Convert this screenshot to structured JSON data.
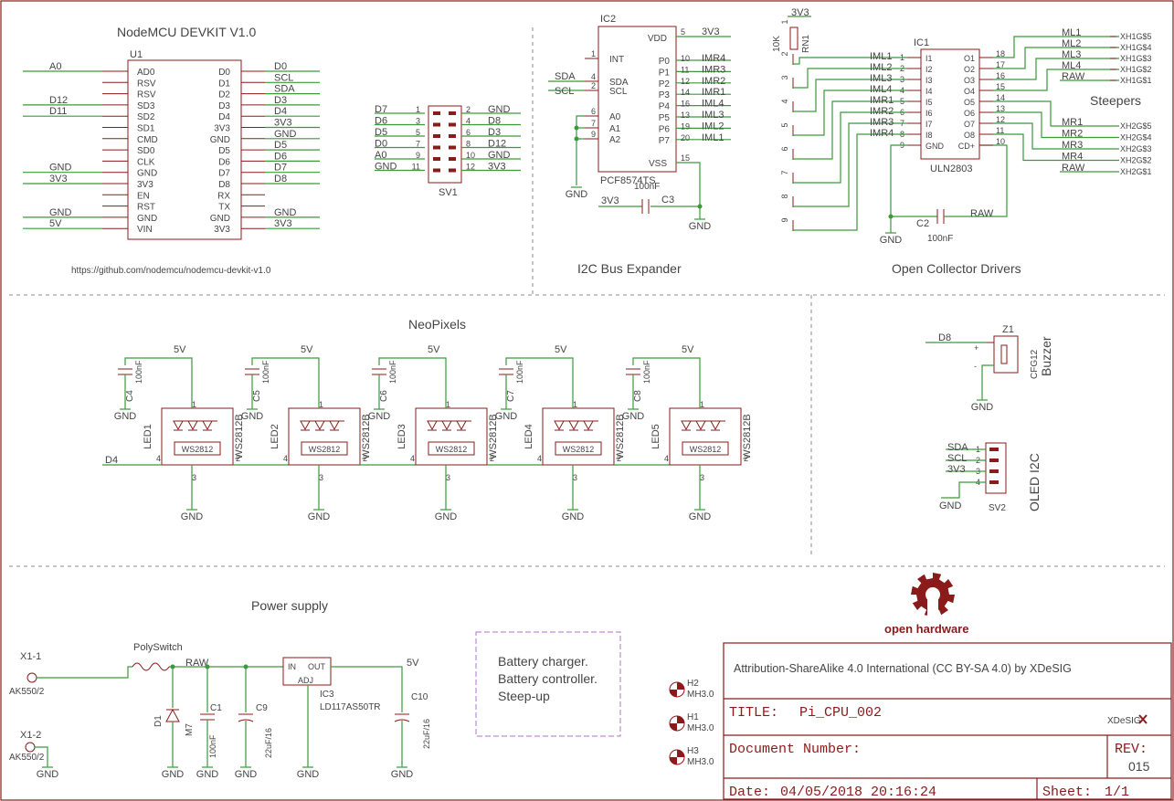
{
  "sections": {
    "nodemcu_title": "NodeMCU DEVKIT V1.0",
    "nodemcu_url": "https://github.com/nodemcu/nodemcu-devkit-v1.0",
    "i2c_title": "I2C Bus Expander",
    "oc_title": "Open Collector Drivers",
    "neopixels_title": "NeoPixels",
    "power_title": "Power supply",
    "steepers_label": "Steepers"
  },
  "u1": {
    "name": "U1",
    "left_pins": [
      "AD0",
      "RSV",
      "RSV",
      "SD3",
      "SD2",
      "SD1",
      "CMD",
      "SD0",
      "CLK",
      "GND",
      "3V3",
      "EN",
      "RST",
      "GND",
      "VIN"
    ],
    "right_pins": [
      "D0",
      "D1",
      "D2",
      "D3",
      "D4",
      "3V3",
      "GND",
      "D5",
      "D6",
      "D7",
      "D8",
      "RX",
      "TX",
      "GND",
      "3V3"
    ],
    "left_nets": [
      "A0",
      "",
      "",
      "D12",
      "D11",
      "",
      "",
      "",
      "",
      "GND",
      "3V3",
      "",
      "",
      "GND",
      "5V"
    ],
    "right_nets": [
      "D0",
      "SCL",
      "SDA",
      "D3",
      "D4",
      "3V3",
      "GND",
      "D5",
      "D6",
      "D7",
      "D8",
      "",
      "",
      "GND",
      "3V3"
    ]
  },
  "sv1": {
    "name": "SV1",
    "left_nets": [
      "D7",
      "D6",
      "D5",
      "D0",
      "A0",
      "GND"
    ],
    "left_nums": [
      "1",
      "3",
      "5",
      "7",
      "9",
      "11"
    ],
    "right_nets": [
      "GND",
      "D8",
      "D3",
      "D12",
      "GND",
      "3V3"
    ],
    "right_nums": [
      "2",
      "4",
      "6",
      "8",
      "10",
      "12"
    ]
  },
  "ic2": {
    "name": "IC2",
    "part": "PCF8574TS",
    "left_pins": [
      "INT",
      "SDA",
      "SCL",
      "A0",
      "A1",
      "A2"
    ],
    "left_nums": [
      "1",
      "4",
      "2",
      "6",
      "7",
      "9"
    ],
    "right_pins": [
      "P0",
      "P1",
      "P2",
      "P3",
      "P4",
      "P5",
      "P6",
      "P7"
    ],
    "right_nums": [
      "10",
      "11",
      "12",
      "14",
      "16",
      "13",
      "19",
      "20"
    ],
    "right_nets": [
      "IMR4",
      "IMR3",
      "IMR2",
      "IMR1",
      "IML4",
      "IML3",
      "IML2",
      "IML1"
    ],
    "vdd_label": "VDD",
    "vdd_num": "5",
    "vdd_net": "3V3",
    "vss_label": "VSS",
    "vss_num": "15",
    "sda_net": "SDA",
    "scl_net": "SCL",
    "gnd_a": "GND",
    "gnd_b": "GND"
  },
  "c3": {
    "name": "C3",
    "value": "100nF",
    "net": "3V3"
  },
  "rn1": {
    "name": "RN1",
    "value": "10K",
    "net": "3V3",
    "pins": [
      "1",
      "2",
      "3",
      "4",
      "5",
      "6",
      "7",
      "8",
      "9"
    ]
  },
  "ic1": {
    "name": "IC1",
    "part": "ULN2803",
    "left_pins": [
      "I1",
      "I2",
      "I3",
      "I4",
      "I5",
      "I6",
      "I7",
      "I8",
      "GND"
    ],
    "left_nums": [
      "1",
      "2",
      "3",
      "4",
      "5",
      "6",
      "7",
      "8",
      "9"
    ],
    "left_nets": [
      "IML1",
      "IML2",
      "IML3",
      "IML4",
      "IMR1",
      "IMR2",
      "IMR3",
      "IMR4"
    ],
    "right_pins": [
      "O1",
      "O2",
      "O3",
      "O4",
      "O5",
      "O6",
      "O7",
      "O8",
      "CD+"
    ],
    "right_nums": [
      "18",
      "17",
      "16",
      "15",
      "14",
      "13",
      "12",
      "11",
      "10"
    ]
  },
  "c2": {
    "name": "C2",
    "value": "100nF",
    "net_gnd": "GND",
    "net_raw": "RAW"
  },
  "xh1": {
    "nets": [
      "ML1",
      "ML2",
      "ML3",
      "ML4",
      "RAW"
    ],
    "pins": [
      "XH1G$5",
      "XH1G$4",
      "XH1G$3",
      "XH1G$2",
      "XH1G$1"
    ]
  },
  "xh2": {
    "nets": [
      "MR1",
      "MR2",
      "MR3",
      "MR4",
      "RAW"
    ],
    "pins": [
      "XH2G$5",
      "XH2G$4",
      "XH2G$3",
      "XH2G$2",
      "XH2G$1"
    ]
  },
  "leds": [
    {
      "name": "LED1",
      "part": "WS2812B",
      "chip": "WS2812",
      "cap": "C4",
      "cap_value": "100nF",
      "supply": "5V",
      "gnd": "GND",
      "cap_gnd": "GND",
      "din": "D4"
    },
    {
      "name": "LED2",
      "part": "WS2812B",
      "chip": "WS2812",
      "cap": "C5",
      "cap_value": "100nF",
      "supply": "5V",
      "gnd": "GND",
      "cap_gnd": "GND"
    },
    {
      "name": "LED3",
      "part": "WS2812B",
      "chip": "WS2812",
      "cap": "C6",
      "cap_value": "100nF",
      "supply": "5V",
      "gnd": "GND",
      "cap_gnd": "GND"
    },
    {
      "name": "LED4",
      "part": "WS2812B",
      "chip": "WS2812",
      "cap": "C7",
      "cap_value": "100nF",
      "supply": "5V",
      "gnd": "GND",
      "cap_gnd": "GND"
    },
    {
      "name": "LED5",
      "part": "WS2812B",
      "chip": "WS2812",
      "cap": "C8",
      "cap_value": "100nF",
      "supply": "5V",
      "gnd": "GND",
      "cap_gnd": "GND"
    }
  ],
  "led_pins": {
    "vdd": "1",
    "gnd": "3",
    "din": "4",
    "dout": "2"
  },
  "buzzer": {
    "name": "Z1",
    "part": "CFG12",
    "label": "Buzzer",
    "net": "D8",
    "gnd": "GND",
    "plus": "+",
    "minus": "-"
  },
  "oled": {
    "name": "SV2",
    "label": "OLED I2C",
    "nets": [
      "SDA",
      "SCL",
      "3V3",
      ""
    ],
    "nums": [
      "1",
      "2",
      "3",
      "4"
    ],
    "gnd": "GND"
  },
  "power": {
    "x1_1": "X1-1",
    "x1_1_part": "AK550/2",
    "x1_2": "X1-2",
    "x1_2_part": "AK550/2",
    "x1_2_gnd": "GND",
    "polyswitch": "PolySwitch",
    "raw": "RAW",
    "d1": "D1",
    "d1_part": "M7",
    "d1_gnd": "GND",
    "c1": "C1",
    "c1_value": "100nF",
    "c1_gnd": "GND",
    "c9": "C9",
    "c9_value": "22uF/16",
    "c9_gnd": "GND",
    "ic3": "IC3",
    "ic3_part": "LD117AS50TR",
    "ic3_in": "IN",
    "ic3_out": "OUT",
    "ic3_adj": "ADJ",
    "ic3_gnd": "GND",
    "out_net": "5V",
    "c10": "C10",
    "c10_value": "22uF/16",
    "c10_gnd": "GND"
  },
  "battery_note": [
    "Battery charger.",
    "Battery controller.",
    "Steep-up"
  ],
  "holes": [
    {
      "name": "H2",
      "part": "MH3.0"
    },
    {
      "name": "H1",
      "part": "MH3.0"
    },
    {
      "name": "H3",
      "part": "MH3.0"
    }
  ],
  "logo": {
    "text": "open hardware"
  },
  "title_block": {
    "license": "Attribution-ShareAlike 4.0 International (CC BY-SA 4.0) by XDeSIG",
    "title_label": "TITLE:",
    "title": "Pi_CPU_002",
    "brand": "XDeSIG",
    "docnum_label": "Document Number:",
    "rev_label": "REV:",
    "rev": "015",
    "date_label": "Date:",
    "date": "04/05/2018 20:16:24",
    "sheet_label": "Sheet:",
    "sheet": "1/1"
  },
  "colors": {
    "frame": "#8b1a1a",
    "wire": "#3a9a3a",
    "text": "#444444",
    "note": "#b070c8"
  }
}
